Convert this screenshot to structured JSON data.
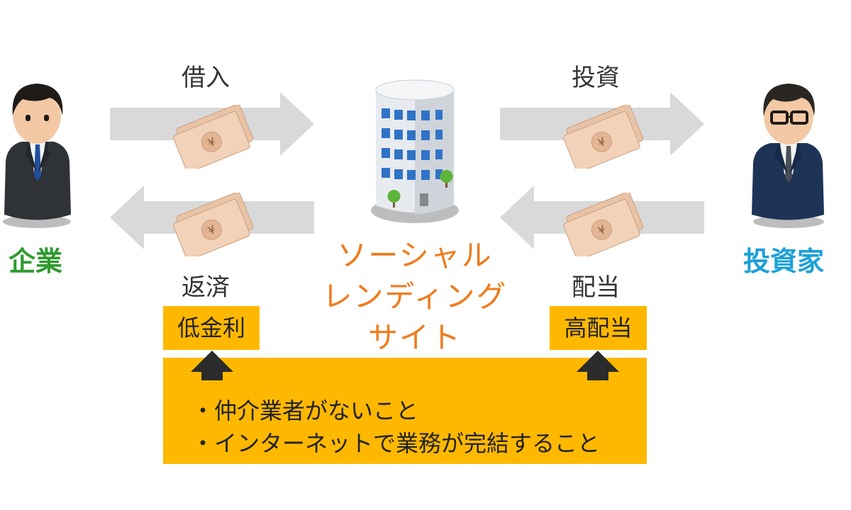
{
  "colors": {
    "company": "#2E9A2E",
    "investor": "#1BA0D8",
    "site": "#EE7C1E",
    "box": "#FFB800",
    "arrow": "#D9D9D9",
    "bill": "#F2D2B8"
  },
  "parties": {
    "company": {
      "label": "企業",
      "icon": "businessman-icon"
    },
    "investor": {
      "label": "投資家",
      "icon": "businessman-glasses-icon"
    },
    "site": {
      "label": "ソーシャル\nレンディング\nサイト",
      "icon": "office-building-icon"
    }
  },
  "flows": {
    "borrow": "借入",
    "repay": "返済",
    "invest": "投資",
    "dividend": "配当"
  },
  "tags": {
    "low_rate": "低金利",
    "high_dividend": "高配当"
  },
  "benefits": [
    "・仲介業者がないこと",
    "・インターネットで業務が完結すること"
  ]
}
